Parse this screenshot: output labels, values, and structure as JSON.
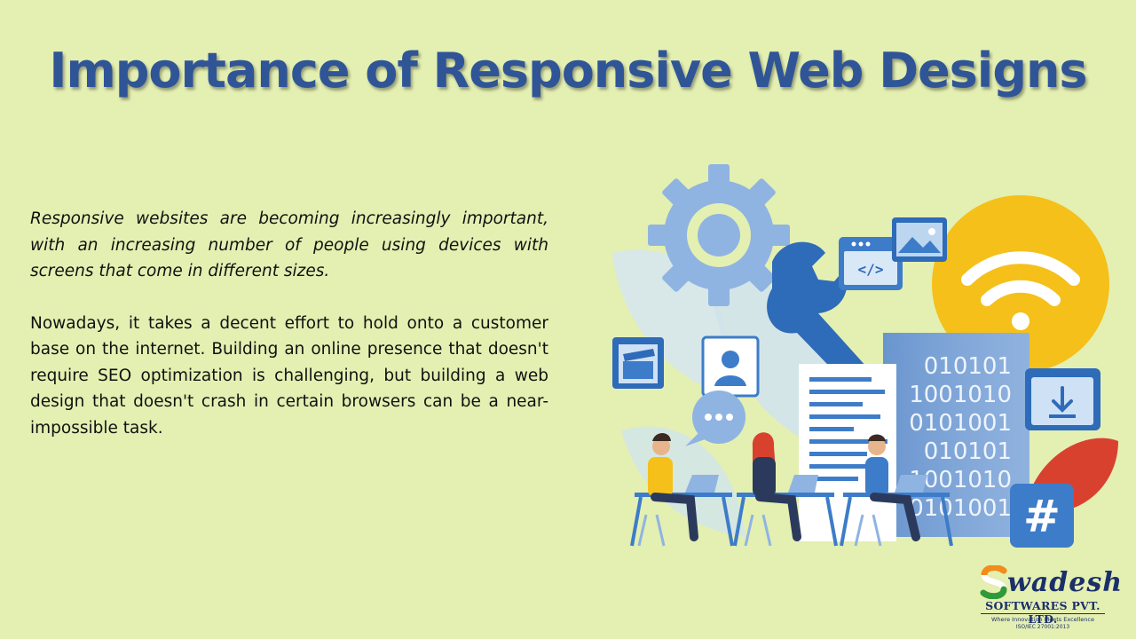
{
  "slide": {
    "title": "Importance of Responsive Web Designs",
    "paragraph_1": "Responsive websites are becoming increasingly important, with an increasing number of people using devices with screens that come in different sizes.",
    "paragraph_2": "Nowadays, it takes a decent effort to hold onto a customer base on the internet. Building an online presence that doesn't require SEO optimization is challenging, but building a web design that doesn't crash in certain browsers can be a near-impossible task."
  },
  "illustration": {
    "code_tag": "</>",
    "binary_lines": [
      "010101",
      "1001010",
      "0101001",
      "010101",
      "1001010",
      "0101001"
    ],
    "hash_symbol": "#"
  },
  "logo": {
    "brand": "wadesh",
    "company": "SOFTWARES PVT. LTD.",
    "tagline": "Where Innovation Meets Excellence",
    "certification": "ISO/IEC 27001:2013"
  },
  "colors": {
    "background": "#e4efb2",
    "title": "#2f5597",
    "accent_blue": "#3d7cc9",
    "accent_yellow": "#f5c01a",
    "accent_red": "#d9412f"
  }
}
